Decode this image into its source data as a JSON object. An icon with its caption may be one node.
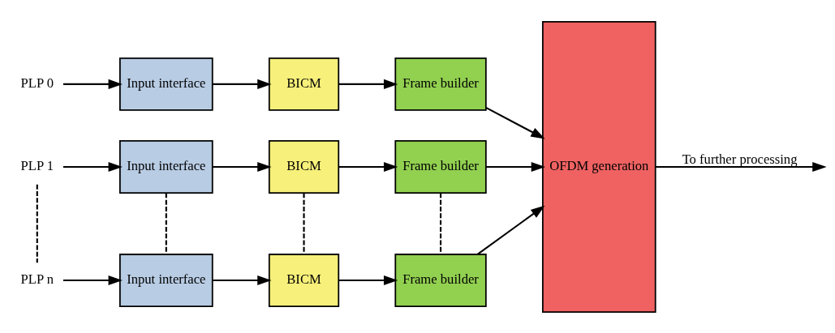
{
  "diagram": {
    "nodes": [
      {
        "text": [
          "PLP 0"
        ]
      },
      {
        "text": [
          "Input interface"
        ]
      },
      {
        "text": [
          "BICM"
        ]
      },
      {
        "text": [
          "Frame builder"
        ]
      },
      {
        "text": [
          "PLP 1"
        ]
      },
      {
        "text": [
          "Input interface"
        ]
      },
      {
        "text": [
          "BICM"
        ]
      },
      {
        "text": [
          "Frame builder"
        ]
      },
      {
        "text": [
          "PLP n"
        ]
      },
      {
        "text": [
          "Input interface"
        ]
      },
      {
        "text": [
          "BICM"
        ]
      },
      {
        "text": [
          "Frame builder"
        ]
      },
      {
        "text": [
          "OFDM generation"
        ]
      }
    ],
    "edges": [
      {
        "from": 0,
        "to": 1,
        "arrow": "to"
      },
      {
        "from": 1,
        "to": 2,
        "arrow": "to"
      },
      {
        "from": 2,
        "to": 3,
        "arrow": "to"
      },
      {
        "from": 3,
        "to": 12,
        "arrow": "to"
      },
      {
        "from": 4,
        "to": 5,
        "arrow": "to"
      },
      {
        "from": 5,
        "to": 6,
        "arrow": "to"
      },
      {
        "from": 6,
        "to": 7,
        "arrow": "to"
      },
      {
        "from": 7,
        "to": 12,
        "arrow": "to"
      },
      {
        "from": 8,
        "to": 9,
        "arrow": "to"
      },
      {
        "from": 9,
        "to": 10,
        "arrow": "to"
      },
      {
        "from": 10,
        "to": 11,
        "arrow": "to"
      },
      {
        "from": 11,
        "to": 12,
        "arrow": "to"
      },
      {
        "from": 4,
        "to": 8,
        "arrow": "none",
        "style": "dashed"
      },
      {
        "from": 5,
        "to": 9,
        "arrow": "none",
        "style": "dashed"
      },
      {
        "from": 6,
        "to": 10,
        "arrow": "none",
        "style": "dashed"
      },
      {
        "from": 7,
        "to": 11,
        "arrow": "none",
        "style": "dashed"
      },
      {
        "from": 12,
        "to": null,
        "arrow": "to",
        "label": "To further processing"
      }
    ]
  }
}
